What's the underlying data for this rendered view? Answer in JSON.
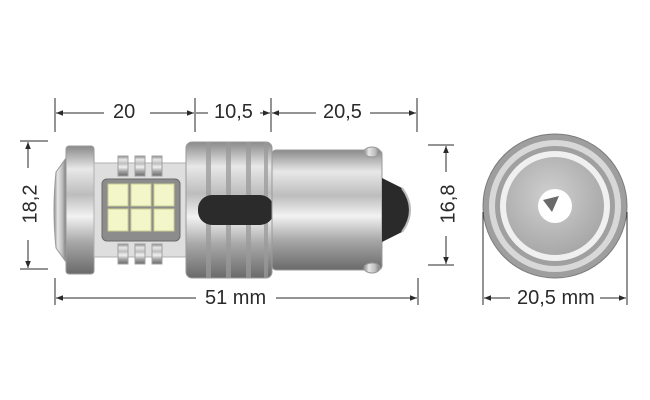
{
  "diagram": {
    "subject": "LED bulb (BA15s style) dimension drawing",
    "side_view": {
      "dimensions": {
        "lens_section": "20",
        "heatsink_section": "10,5",
        "base_section": "20,5",
        "total_length": "51 mm",
        "head_diameter": "18,2",
        "base_diameter": "16,8"
      },
      "led_chips": {
        "rows": 2,
        "cols": 3,
        "color": "#f2f6c8"
      }
    },
    "end_view": {
      "dimensions": {
        "outer_diameter": "20,5 mm"
      }
    },
    "colors": {
      "line": "#2a2a2a",
      "metal_light": "#e6e6e6",
      "metal_mid": "#b4b4b4",
      "metal_dark": "#6e6e6e",
      "slot": "#2b2b2b",
      "background": "#ffffff"
    }
  }
}
